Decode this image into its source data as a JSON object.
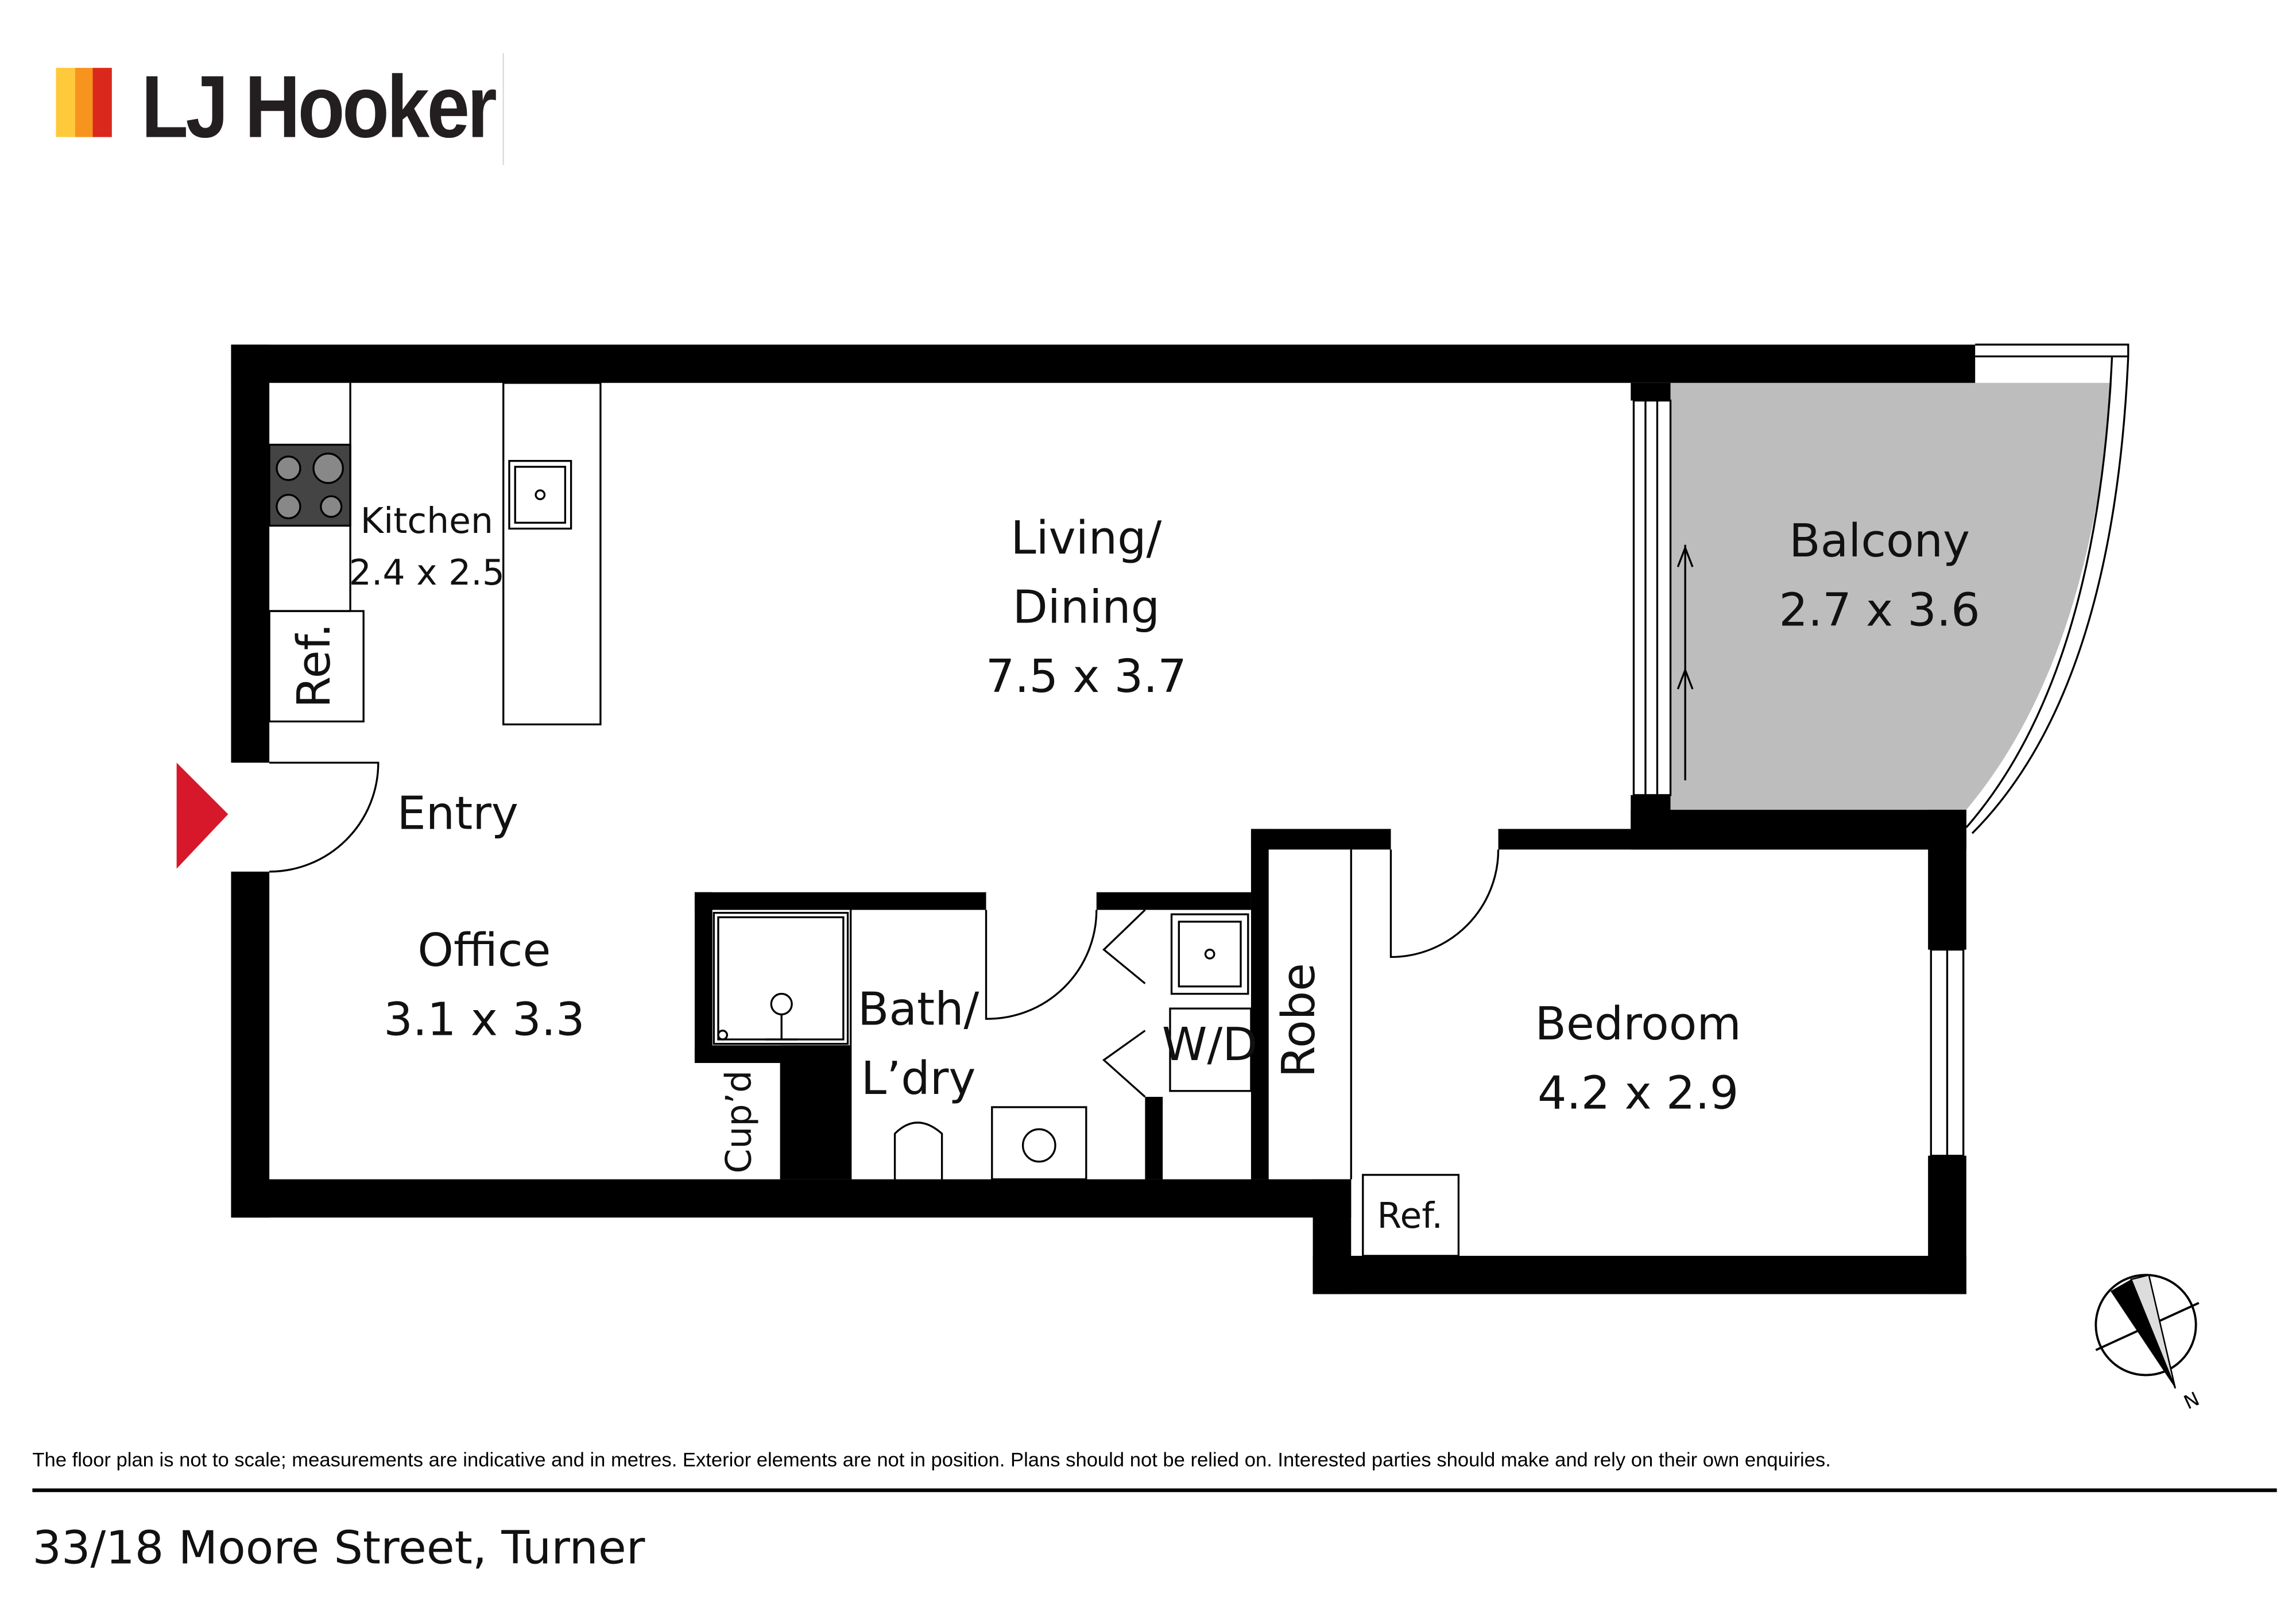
{
  "brand": {
    "name": "LJ Hooker",
    "colors": [
      "#FFC93C",
      "#F7941D",
      "#DA291C"
    ]
  },
  "rooms": {
    "kitchen": {
      "name": "Kitchen",
      "size": "2.4 x 2.5"
    },
    "living": {
      "name_line1": "Living/",
      "name_line2": "Dining",
      "size": "7.5 x 3.7"
    },
    "balcony": {
      "name": "Balcony",
      "size": "2.7 x 3.6"
    },
    "entry": {
      "name": "Entry"
    },
    "office": {
      "name": "Office",
      "size": "3.1 x 3.3"
    },
    "bath": {
      "name_line1": "Bath/",
      "name_line2": "L’dry"
    },
    "bedroom": {
      "name": "Bedroom",
      "size": "4.2 x 2.9"
    }
  },
  "labels": {
    "ref_kitchen": "Ref.",
    "ref_bedroom": "Ref.",
    "cupd": "Cup’d",
    "wd": "W/D",
    "robe": "Robe",
    "north": "N"
  },
  "colors": {
    "balcony_fill": "#BDBDBD",
    "entry_marker": "#D7182A"
  },
  "disclaimer": "The floor plan is not to scale; measurements are indicative and in metres. Exterior elements are not in position. Plans should not be relied on. Interested parties should make and rely on their own enquiries.",
  "address": "33/18 Moore Street, Turner"
}
